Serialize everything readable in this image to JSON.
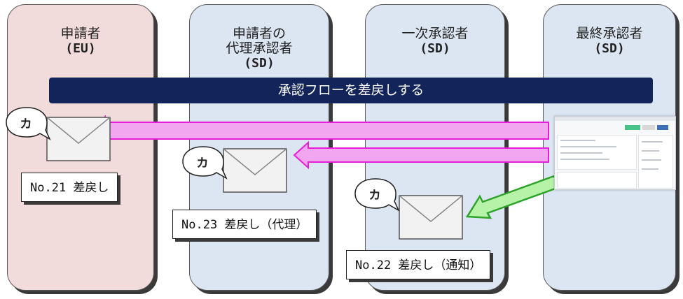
{
  "lanes": [
    {
      "name": "申請者",
      "code": "(EU)",
      "color": "#f2dcdb"
    },
    {
      "name": "申請者の\n代理承認者",
      "code": "(SD)",
      "color": "#dce6f2"
    },
    {
      "name": "一次承認者",
      "code": "(SD)",
      "color": "#dce6f2"
    },
    {
      "name": "最終承認者",
      "code": "(SD)",
      "color": "#dce6f2"
    }
  ],
  "banner": {
    "text": "承認フローを差戻しする",
    "color": "#13245a"
  },
  "bubble_label": "カ",
  "notices": [
    {
      "label": "No.21 差戻し"
    },
    {
      "label": "No.23 差戻し（代理）"
    },
    {
      "label": "No.22 差戻し（通知）"
    }
  ],
  "colors": {
    "arrow_pink": "#f3a6f0",
    "arrow_pink_edge": "#e41fd8",
    "arrow_green": "#b6f2a8",
    "arrow_green_edge": "#2ea32a"
  },
  "icons": [
    "envelope-icon",
    "speech-bubble-icon",
    "screen-thumbnail"
  ]
}
